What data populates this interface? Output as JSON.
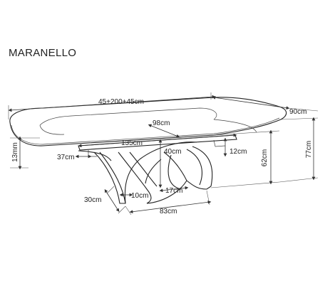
{
  "title": "MARANELLO",
  "dimensions": {
    "length": "45+200+45cm",
    "width": "90cm",
    "inner_width": "98cm",
    "base_span": "135cm",
    "leg_height_inner": "40cm",
    "leg_height": "62cm",
    "overall_height": "77cm",
    "top_thickness": "13mm",
    "overhang_side": "37cm",
    "frame_depth": "12cm",
    "foot_front": "30cm",
    "foot_width": "10cm",
    "foot_back": "17cm",
    "foot_span": "83cm"
  }
}
